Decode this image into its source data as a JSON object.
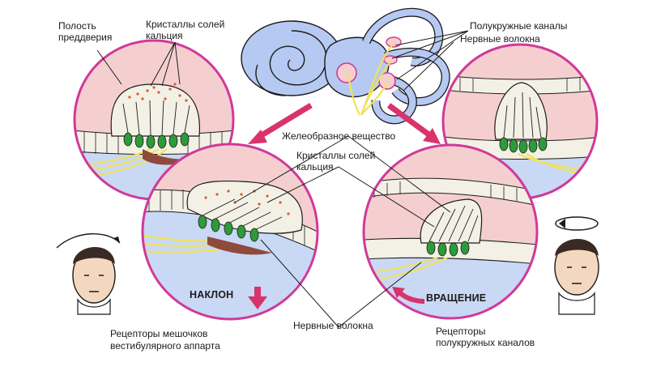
{
  "labels": {
    "vestibule_line1": "Полость",
    "vestibule_line2": "преддверия",
    "crystals_top_line1": "Кристаллы солей",
    "crystals_top_line2": "кальция",
    "semicircular_canals": "Полукружные каналы",
    "nerve_fibers_top": "Нервные волокна",
    "gel_substance": "Желеобразное вещество",
    "crystals_mid_line1": "Кристаллы солей",
    "crystals_mid_line2": "кальция",
    "tilt": "НАКЛОН",
    "rotation": "ВРАЩЕНИЕ",
    "nerve_fibers_bottom": "Нервные волокна",
    "saccule_receptors_line1": "Рецепторы мешочков",
    "saccule_receptors_line2": "вестибулярного аппарта",
    "canal_receptors_line1": "Рецепторы",
    "canal_receptors_line2": "полукружных каналов"
  },
  "colors": {
    "circle_border": "#d0399a",
    "cavity_pink": "#f5cfcf",
    "fluid_blue": "#c9d8f4",
    "gel": "#f3f1e6",
    "crystals": "#e2562c",
    "hair_cell": "#2f9a3a",
    "nerve": "#f1e25a",
    "arrow": "#d8336a",
    "ear": "#b6c9f2"
  }
}
